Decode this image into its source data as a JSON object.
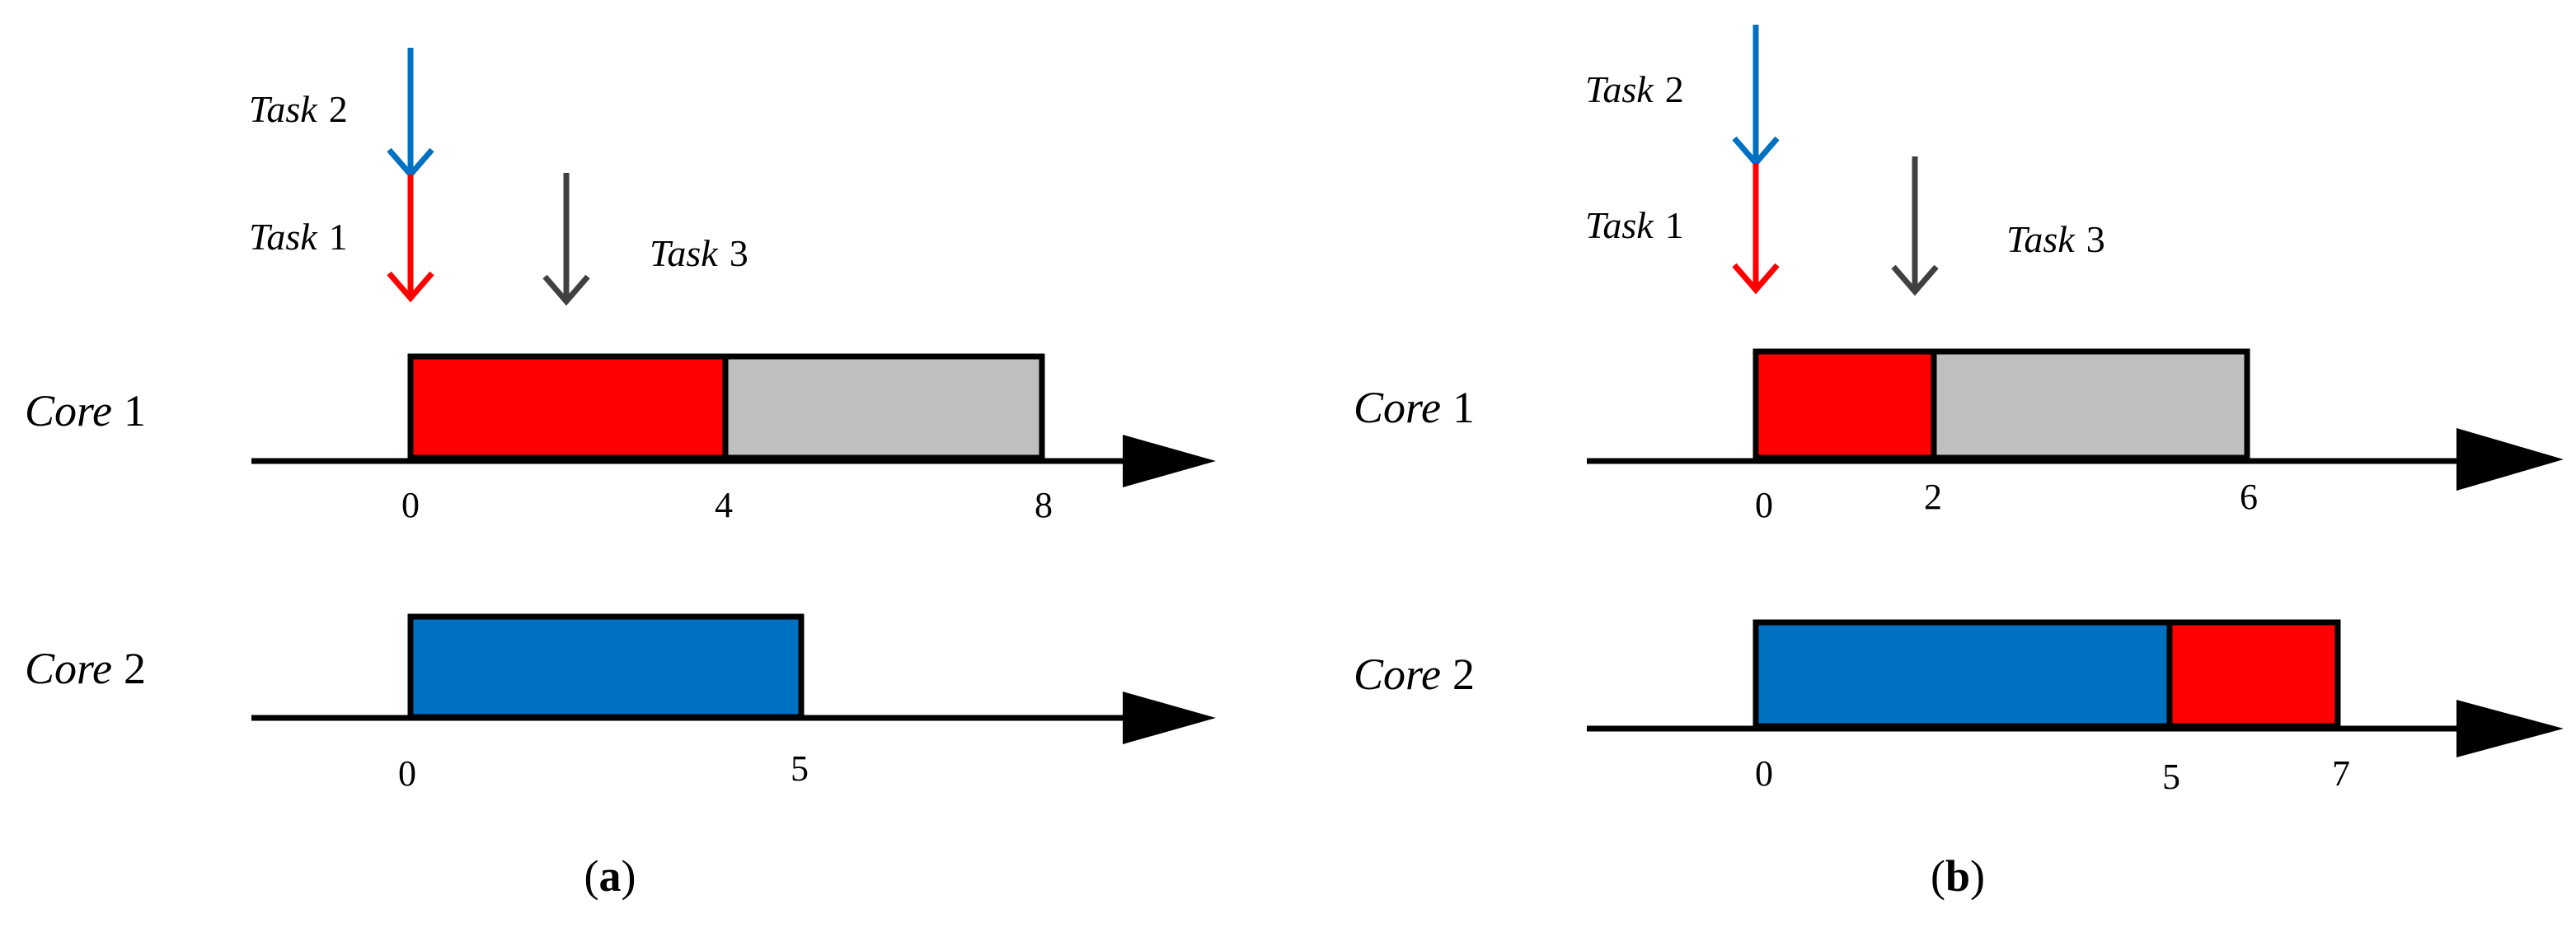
{
  "panels": [
    {
      "id": "a",
      "caption": {
        "open": "(",
        "letter": "a",
        "close": ")"
      },
      "tasks": [
        {
          "name": "Task",
          "num": "2",
          "color": "#0070c0"
        },
        {
          "name": "Task",
          "num": "1",
          "color": "#ff0000"
        },
        {
          "name": "Task",
          "num": "3",
          "color": "#404040"
        }
      ],
      "cores": [
        {
          "name": "Core",
          "num": "1",
          "blocks": [
            {
              "start": 0,
              "end": 4,
              "color": "#ff0000"
            },
            {
              "start": 4,
              "end": 8,
              "color": "#bfbfbf"
            }
          ],
          "ticks": [
            "0",
            "4",
            "8"
          ]
        },
        {
          "name": "Core",
          "num": "2",
          "blocks": [
            {
              "start": 0,
              "end": 5,
              "color": "#0070c0"
            }
          ],
          "ticks": [
            "0",
            "5"
          ]
        }
      ]
    },
    {
      "id": "b",
      "caption": {
        "open": "(",
        "letter": "b",
        "close": ")"
      },
      "tasks": [
        {
          "name": "Task",
          "num": "2",
          "color": "#0070c0"
        },
        {
          "name": "Task",
          "num": "1",
          "color": "#ff0000"
        },
        {
          "name": "Task",
          "num": "3",
          "color": "#404040"
        }
      ],
      "cores": [
        {
          "name": "Core",
          "num": "1",
          "blocks": [
            {
              "start": 0,
              "end": 2,
              "color": "#ff0000"
            },
            {
              "start": 2,
              "end": 6,
              "color": "#bfbfbf"
            }
          ],
          "ticks": [
            "0",
            "2",
            "6"
          ]
        },
        {
          "name": "Core",
          "num": "2",
          "blocks": [
            {
              "start": 0,
              "end": 5,
              "color": "#0070c0"
            },
            {
              "start": 5,
              "end": 7,
              "color": "#ff0000"
            }
          ],
          "ticks": [
            "0",
            "5",
            "7"
          ]
        }
      ]
    }
  ]
}
